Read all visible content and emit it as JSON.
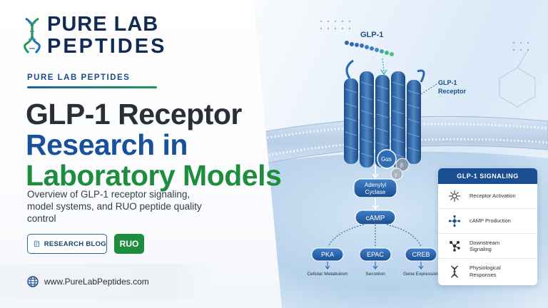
{
  "brand": {
    "logo_line1": "PURE LAB",
    "logo_line2": "PEPTIDES",
    "kicker": "PURE LAB PEPTIDES"
  },
  "headline": {
    "line1": "GLP-1 Receptor",
    "line2": "Research in",
    "line3": "Laboratory Models"
  },
  "overview": "Overview of GLP-1 receptor signaling, model systems, and RUO peptide quality control",
  "buttons": {
    "blog": "RESEARCH BLOG",
    "ruo": "RUO"
  },
  "footer": {
    "website": "www.PureLabPeptides.com"
  },
  "diagram": {
    "ligand_label": "GLP-1",
    "receptor_label_1": "GLP-1",
    "receptor_label_2": "Receptor",
    "g_alpha": "Gαs",
    "g_beta": "β",
    "g_gamma": "γ",
    "adenylyl_1": "Adenylyl",
    "adenylyl_2": "Cyclase",
    "camp": "cAMP",
    "effectors": [
      {
        "name": "PKA",
        "outcome": "Cellular Metabolism"
      },
      {
        "name": "EPAC",
        "outcome": "Secretion"
      },
      {
        "name": "CREB",
        "outcome": "Gene Expression"
      }
    ]
  },
  "signaling_card": {
    "title": "GLP-1 SIGNALING",
    "items": [
      {
        "icon": "receptor-icon",
        "label_1": "Receptor Activation",
        "label_2": ""
      },
      {
        "icon": "camp-icon",
        "label_1": "cAMP Production",
        "label_2": ""
      },
      {
        "icon": "network-icon",
        "label_1": "Downstream",
        "label_2": "Signaling"
      },
      {
        "icon": "dna-icon",
        "label_1": "Physiological",
        "label_2": "Responses"
      }
    ]
  },
  "colors": {
    "navy": "#132a52",
    "blue": "#17519b",
    "green": "#1f8d3e",
    "card_header": "#1a4e92"
  }
}
